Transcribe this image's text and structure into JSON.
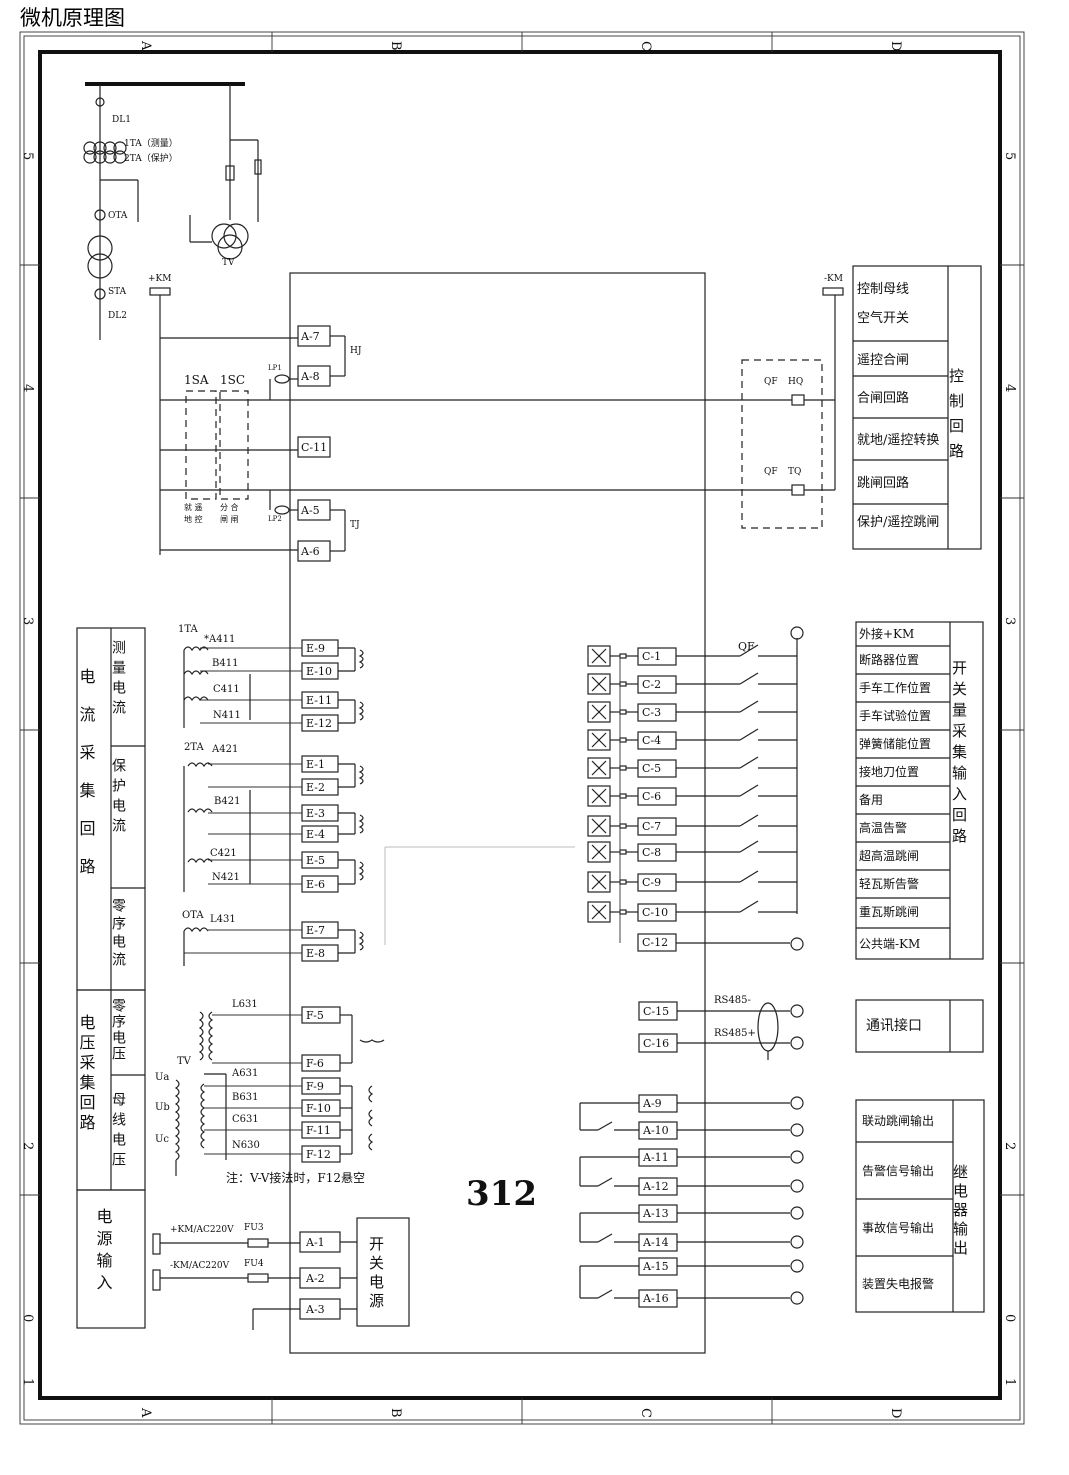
{
  "title": "微机原理图",
  "device": "312",
  "zones_top": [
    "A",
    "B",
    "C",
    "D"
  ],
  "zones_side": [
    "5",
    "4",
    "3",
    "2",
    "0",
    "1"
  ],
  "primary": {
    "dl1": "DL1",
    "ta1": "1TA（测量）",
    "ta2": "2TA（保护）",
    "ota": "OTA",
    "sta": "STA",
    "dl2": "DL2",
    "tv": "TV"
  },
  "control": {
    "plus_km": "+KM",
    "minus_km": "-KM",
    "sa": "1SA",
    "sc": "1SC",
    "lp1": "LP1",
    "lp2": "LP2",
    "hj": "HJ",
    "tj": "TJ",
    "qf": "QF",
    "hq": "HQ",
    "tq": "TQ",
    "sa_labels": [
      "就 遥",
      "地 控"
    ],
    "sc_labels": [
      "分 合",
      "闸 闸"
    ],
    "terminals": [
      "A-7",
      "A-8",
      "C-11",
      "A-5",
      "A-6"
    ]
  },
  "control_table": {
    "rows": [
      "控制母线",
      "空气开关",
      "遥控合闸",
      "合闸回路",
      "就地/遥控转换",
      "跳闸回路",
      "保护/遥控跳闸"
    ],
    "group": "控制回路"
  },
  "di": {
    "qf": "QF",
    "terminals": [
      "C-1",
      "C-2",
      "C-3",
      "C-4",
      "C-5",
      "C-6",
      "C-7",
      "C-8",
      "C-9",
      "C-10",
      "C-12"
    ],
    "rows": [
      "外接+KM",
      "断路器位置",
      "手车工作位置",
      "手车试验位置",
      "弹簧储能位置",
      "接地刀位置",
      "备用",
      "高温告警",
      "超高温跳闸",
      "轻瓦斯告警",
      "重瓦斯跳闸",
      "公共端-KM"
    ],
    "group": "开关量采集输入回路"
  },
  "comm": {
    "terminals": [
      "C-15",
      "C-16"
    ],
    "labels": [
      "RS485-",
      "RS485+"
    ],
    "row": "通讯接口"
  },
  "relay": {
    "terminals": [
      "A-9",
      "A-10",
      "A-11",
      "A-12",
      "A-13",
      "A-14",
      "A-15",
      "A-16"
    ],
    "rows": [
      "联动跳闸输出",
      "告警信号输出",
      "事故信号输出",
      "装置失电报警"
    ],
    "group": "继电器输出"
  },
  "current": {
    "group": "电流采集回路",
    "sub": [
      "测量电流",
      "保护电流",
      "零序电流"
    ],
    "ta1": "1TA",
    "ta2": "2TA",
    "ota": "OTA",
    "labels1": [
      "*A411",
      "B411",
      "C411",
      "N411"
    ],
    "labels2": [
      "A421",
      "B421",
      "C421",
      "N421"
    ],
    "label0": "L431",
    "terminals": [
      "E-9",
      "E-10",
      "E-11",
      "E-12",
      "E-1",
      "E-2",
      "E-3",
      "E-4",
      "E-5",
      "E-6",
      "E-7",
      "E-8"
    ]
  },
  "voltage": {
    "group": "电压采集回路",
    "sub": [
      "零序电压",
      "母线电压"
    ],
    "l631": "L631",
    "tv": "TV",
    "ua": "Ua",
    "ub": "Ub",
    "uc": "Uc",
    "labels": [
      "A631",
      "B631",
      "C631",
      "N630"
    ],
    "terminals": [
      "F-5",
      "F-6",
      "F-9",
      "F-10",
      "F-11",
      "F-12"
    ],
    "note": "注：V-V接法时，F12悬空"
  },
  "power": {
    "group": "电源输入",
    "km1": "+KM/AC220V",
    "km2": "-KM/AC220V",
    "fu3": "FU3",
    "fu4": "FU4",
    "terminals": [
      "A-1",
      "A-2",
      "A-3"
    ],
    "box": "开关电源"
  }
}
